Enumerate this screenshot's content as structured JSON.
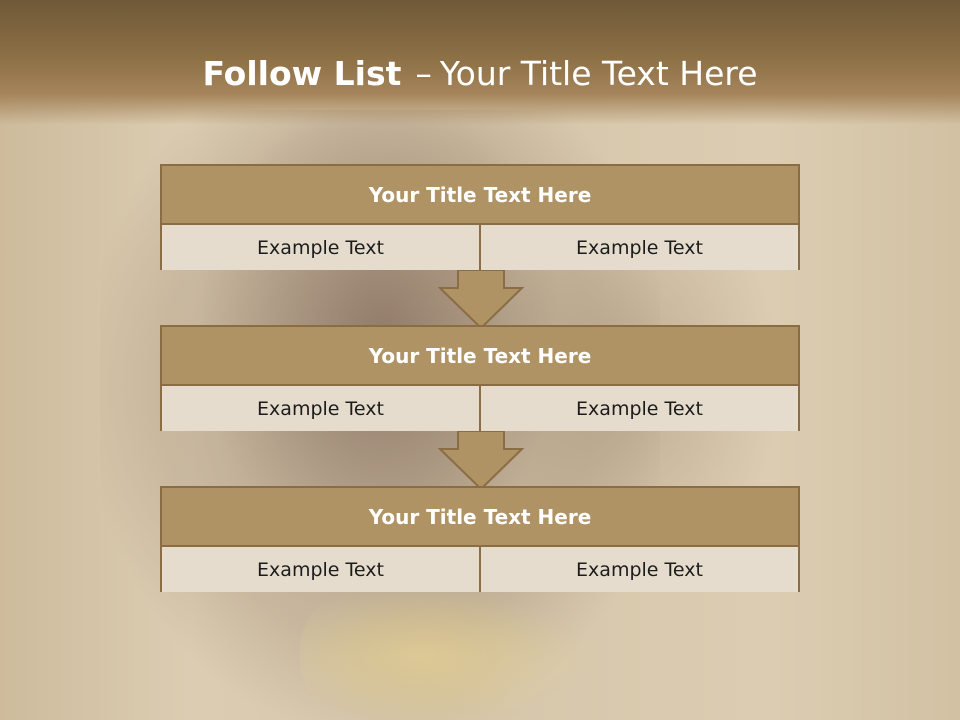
{
  "slide": {
    "title_bold": "Follow List",
    "title_dash": "–",
    "title_rest": "Your Title Text Here",
    "blocks": [
      {
        "heading": "Your Title Text Here",
        "left": "Example Text",
        "right": "Example Text"
      },
      {
        "heading": "Your Title Text Here",
        "left": "Example Text",
        "right": "Example Text"
      },
      {
        "heading": "Your Title Text Here",
        "left": "Example Text",
        "right": "Example Text"
      }
    ]
  },
  "colors": {
    "header_bar": "#8c6f45",
    "box_heading": "#b09364",
    "box_border": "#8a6d45",
    "box_cell": "#e6dccd",
    "arrow_fill": "#b09364"
  }
}
